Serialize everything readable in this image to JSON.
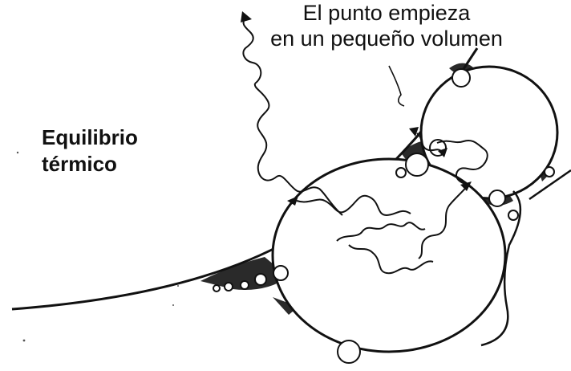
{
  "labels": {
    "start_point": [
      "El punto empieza",
      "en un pequeño volumen"
    ],
    "equilibrium": [
      "Equilibrio",
      "térmico"
    ]
  },
  "colors": {
    "ink": "#111111",
    "background": "#ffffff",
    "foam_shading": "#2a2a2a"
  },
  "icons": [
    "arrowhead-icon"
  ]
}
